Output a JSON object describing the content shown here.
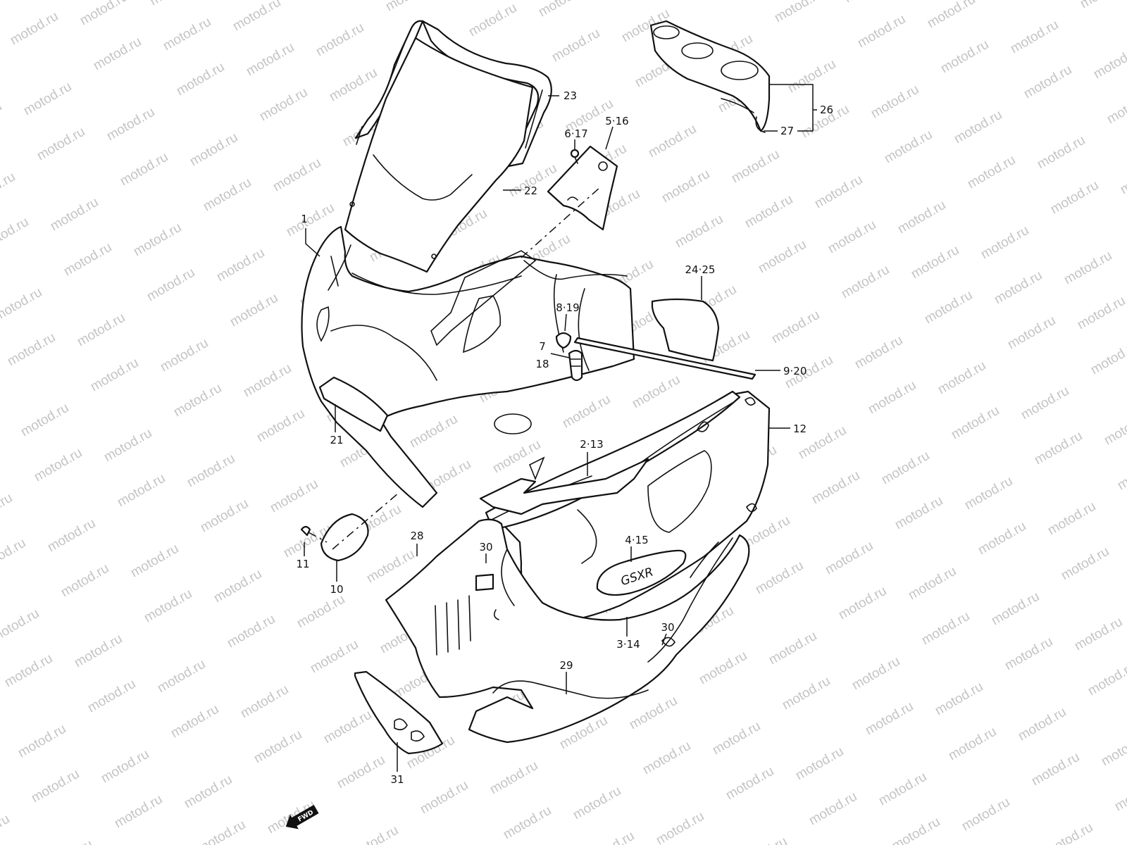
{
  "watermark": "motod.ru",
  "fwd_label": "FWD",
  "decal_text": "GSXR",
  "callouts": {
    "c1": "1",
    "c23": "23",
    "c22": "22",
    "c6_17": "6·17",
    "c5_16": "5·16",
    "c26": "26",
    "c27": "27",
    "c24_25": "24·25",
    "c8_19": "8·19",
    "c7": "7",
    "c18": "18",
    "c9_20": "9·20",
    "c12": "12",
    "c21": "21",
    "c2_13": "2·13",
    "c4_15": "4·15",
    "c28": "28",
    "c30a": "30",
    "c30b": "30",
    "c11": "11",
    "c10": "10",
    "c3_14": "3·14",
    "c29": "29",
    "c31": "31"
  }
}
